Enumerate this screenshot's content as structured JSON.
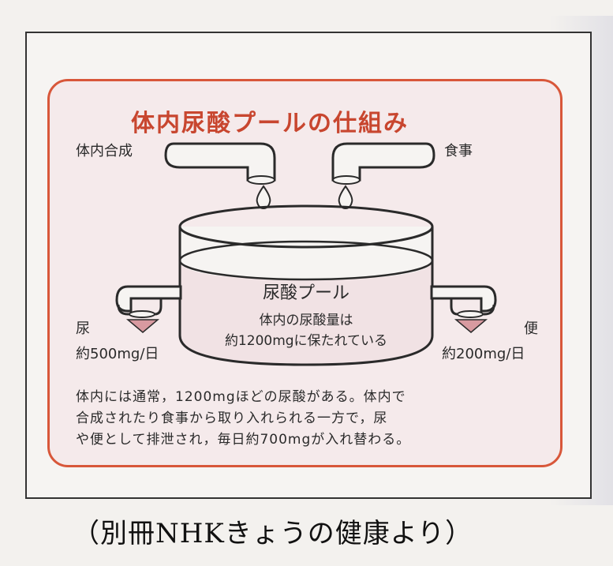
{
  "diagram": {
    "title": "体内尿酸プールの仕組み",
    "inputs": {
      "synthesis_label": "体内合成",
      "diet_label": "食事"
    },
    "pool": {
      "label": "尿酸プール",
      "line1": "体内の尿酸量は",
      "line2": "約1200mgに保たれている"
    },
    "outputs": {
      "urine_label": "尿",
      "urine_amount": "約500mg/日",
      "stool_label": "便",
      "stool_amount": "約200mg/日"
    },
    "caption": [
      "体内には通常，1200mgほどの尿酸がある。体内で",
      "合成されたり食事から取り入れられる一方で，尿",
      "や便として排泄され，毎日約700mgが入れ替わる。"
    ],
    "colors": {
      "accent": "#c8462f",
      "border": "#d8573a",
      "card_bg": "#f5eaeb",
      "drop_fill": "#d89aa0"
    }
  },
  "source": "（別冊NHKきょうの健康より）"
}
